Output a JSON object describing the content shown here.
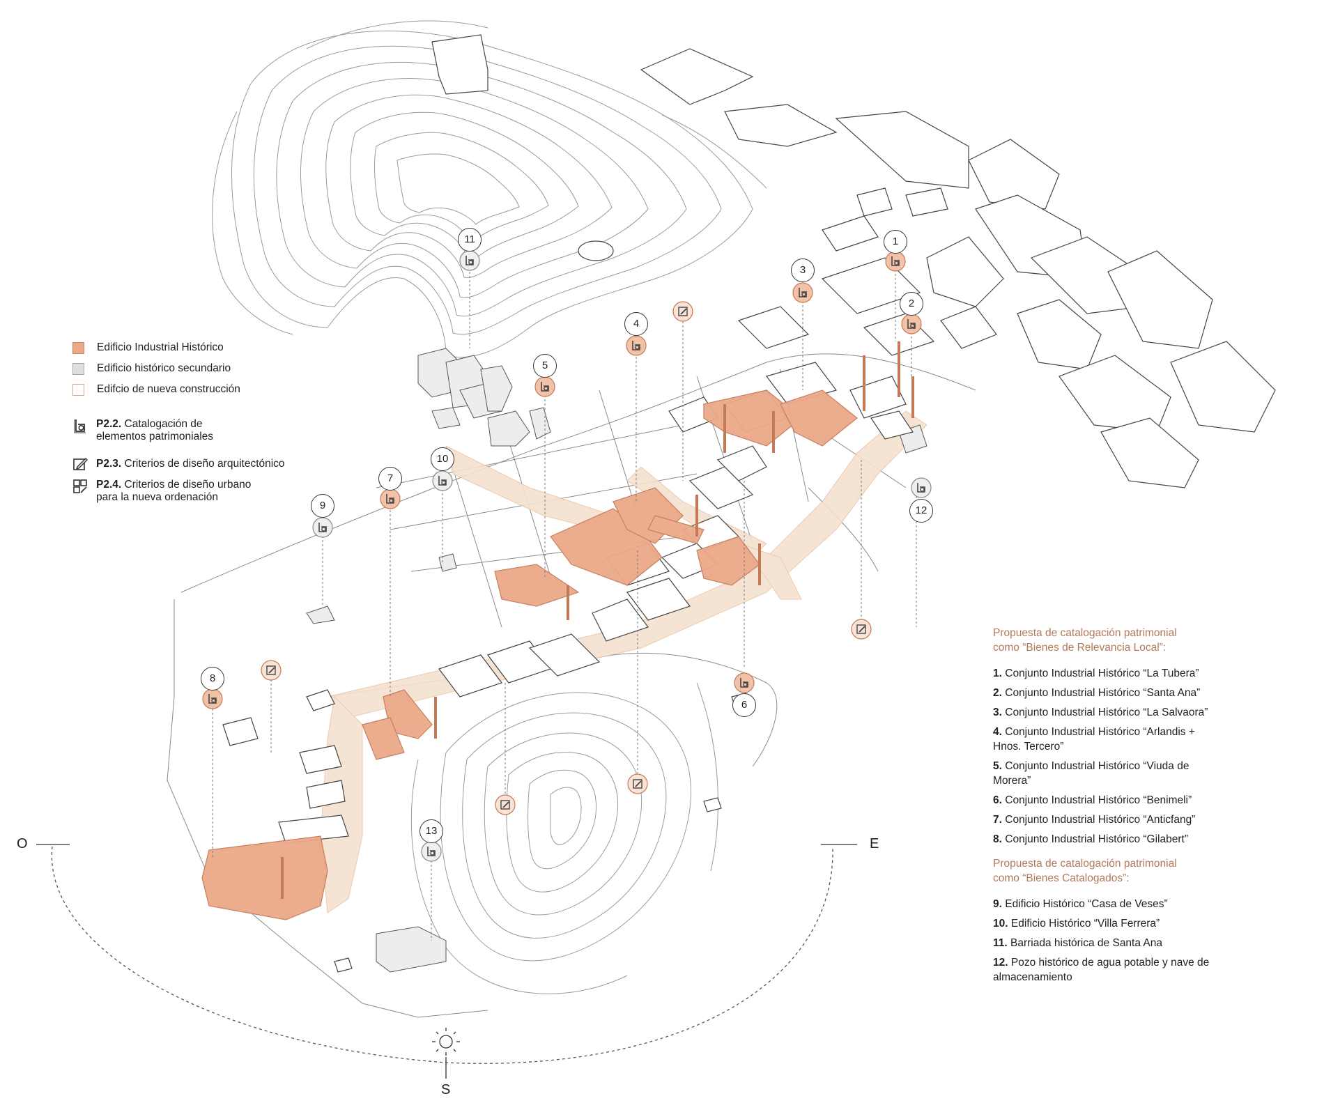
{
  "legend": {
    "swatches": [
      {
        "label": "Edificio Industrial Histórico",
        "color": "#eba98a"
      },
      {
        "label": "Edificio histórico secundario",
        "color": "#dedede"
      },
      {
        "label": "Edifcio de nueva construcción",
        "color": "#ffffff"
      }
    ],
    "criteria": [
      {
        "code": "P2.2.",
        "line1": "Catalogación de",
        "line2": "elementos patrimoniales",
        "icon": "heritage-catalog-icon"
      },
      {
        "code": "P2.3.",
        "line1": "Criterios de diseño arquitectónico",
        "line2": "",
        "icon": "pencil-edit-icon"
      },
      {
        "code": "P2.4.",
        "line1": "Criterios de diseño urbano",
        "line2": "para la nueva ordenación",
        "icon": "urban-grid-icon"
      }
    ]
  },
  "catalog": {
    "local_heading_1": "Propuesta de catalogación patrimonial",
    "local_heading_2": "como “Bienes de Relevancia Local”:",
    "local_items": [
      {
        "n": "1.",
        "text": "Conjunto Industrial Histórico “La Tubera”"
      },
      {
        "n": "2.",
        "text": "Conjunto Industrial Histórico “Santa Ana”"
      },
      {
        "n": "3.",
        "text": "Conjunto Industrial Histórico “La Salvaora”"
      },
      {
        "n": "4.",
        "text": "Conjunto Industrial Histórico “Arlandis + Hnos. Tercero”"
      },
      {
        "n": "5.",
        "text": "Conjunto Industrial Histórico “Viuda de Morera”"
      },
      {
        "n": "6.",
        "text": "Conjunto Industrial Histórico “Benimeli”"
      },
      {
        "n": "7.",
        "text": "Conjunto Industrial Histórico “Anticfang”"
      },
      {
        "n": "8.",
        "text": "Conjunto Industrial Histórico “Gilabert”"
      }
    ],
    "cat_heading_1": "Propuesta de catalogación patrimonial",
    "cat_heading_2": "como “Bienes Catalogados”:",
    "cat_items": [
      {
        "n": "9.",
        "text": "Edificio Histórico “Casa de Veses”"
      },
      {
        "n": "10.",
        "text": "Edificio Histórico “Villa Ferrera”"
      },
      {
        "n": "11.",
        "text": "Barriada histórica de Santa Ana"
      },
      {
        "n": "12.",
        "text": "Pozo histórico de agua potable y nave de almacenamiento"
      }
    ]
  },
  "markers": [
    "1",
    "2",
    "3",
    "4",
    "5",
    "6",
    "7",
    "8",
    "9",
    "10",
    "11",
    "12",
    "13"
  ],
  "compass": {
    "west": "O",
    "east": "E",
    "south": "S",
    "sun_icon": "sun-icon"
  },
  "colors": {
    "historic": "#eba98a",
    "historic_stroke": "#c47a56",
    "accent_text": "#b3785a",
    "street": "#f5e1cf"
  }
}
